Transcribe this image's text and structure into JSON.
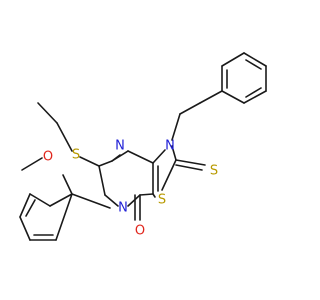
{
  "structure": {
    "atoms": {
      "n_ring1_top": "N",
      "n_ring1_bottom": "N",
      "n_ring2": "N",
      "s_ethyl": "S",
      "s_ring": "S",
      "s_thione": "S",
      "o_methoxy": "O",
      "o_carbonyl": "O"
    },
    "colors": {
      "bond": "#1a1a1a",
      "nitrogen": "#1f1fd6",
      "sulfur": "#b89a00",
      "oxygen": "#e0251b"
    }
  }
}
